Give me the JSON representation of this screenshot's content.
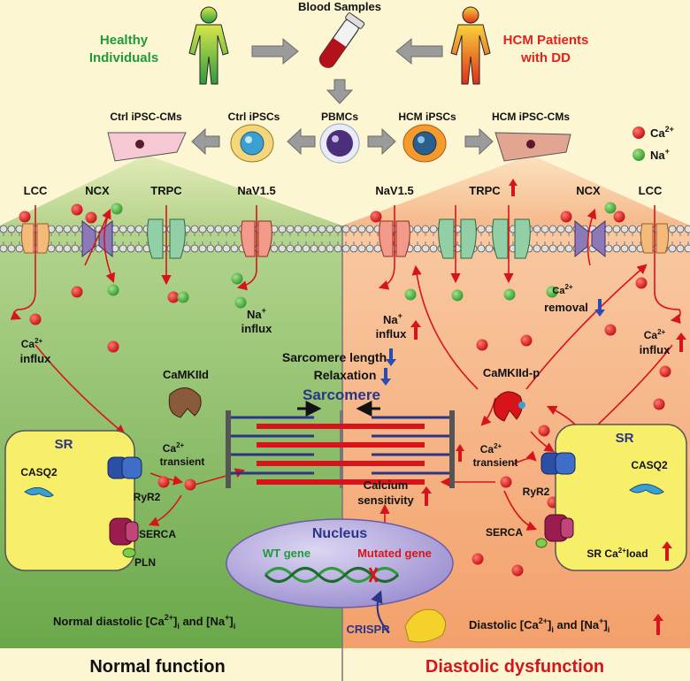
{
  "header": {
    "blood_samples": "Blood Samples",
    "healthy_line1": "Healthy",
    "healthy_line2": "Individuals",
    "hcm_line1": "HCM Patients",
    "hcm_line2": "with DD"
  },
  "cells": {
    "ctrl_cms": "Ctrl iPSC-CMs",
    "ctrl_ipscs": "Ctrl iPSCs",
    "pbmcs": "PBMCs",
    "hcm_ipscs": "HCM iPSCs",
    "hcm_cms": "HCM iPSC-CMs"
  },
  "legend": {
    "ca": "Ca",
    "ca_sup": "2+",
    "na": "Na",
    "na_sup": "+"
  },
  "left": {
    "lcc": "LCC",
    "ncx": "NCX",
    "trpc": "TRPC",
    "nav": "NaV1.5",
    "na_influx_1": "Na",
    "na_influx_sup": "+",
    "na_influx_2": "influx",
    "ca_influx_1": "Ca",
    "ca_influx_sup": "2+",
    "ca_influx_2": "influx",
    "camk": "CaMKIId",
    "sr": "SR",
    "casq2": "CASQ2",
    "ryr2": "RyR2",
    "serca": "SERCA",
    "pln": "PLN",
    "ca_transient_1": "Ca",
    "ca_transient_sup": "2+",
    "ca_transient_2": "transient",
    "normal_text_a": "Normal diastolic [Ca",
    "normal_text_sup": "2+",
    "normal_text_b": "]",
    "normal_text_sub": "i",
    "normal_text_c": " and [Na",
    "normal_text_sup2": "+",
    "normal_text_d": "]",
    "normal_text_sub2": "i",
    "footer": "Normal function"
  },
  "center": {
    "sarcomere_length": "Sarcomere length",
    "relaxation": "Relaxation",
    "sarcomere": "Sarcomere",
    "calcium_1": "Calcium",
    "calcium_2": "sensitivity",
    "nucleus": "Nucleus",
    "wt_gene": "WT gene",
    "mutated_gene": "Mutated gene",
    "crispr": "CRISPR"
  },
  "right": {
    "nav": "NaV1.5",
    "trpc": "TRPC",
    "ncx": "NCX",
    "lcc": "LCC",
    "na_influx_1": "Na",
    "na_influx_sup": "+",
    "na_influx_2": "influx",
    "ca_removal_1": "Ca",
    "ca_removal_sup": "2+",
    "ca_removal_2": "removal",
    "ca_influx_1": "Ca",
    "ca_influx_sup": "2+",
    "ca_influx_2": "influx",
    "camk": "CaMKIId-p",
    "ca_transient_1": "Ca",
    "ca_transient_sup": "2+",
    "ca_transient_2": "transient",
    "sr": "SR",
    "casq2": "CASQ2",
    "ryr2": "RyR2",
    "serca": "SERCA",
    "sr_load_a": "SR Ca",
    "sr_load_sup": "2+",
    "sr_load_b": "load",
    "dd_text_a": "Diastolic [Ca",
    "dd_text_sup": "2+",
    "dd_text_b": "]",
    "dd_text_sub": "i",
    "dd_text_c": " and [Na",
    "dd_text_sup2": "+",
    "dd_text_d": "]",
    "dd_text_sub2": "i",
    "footer": "Diastolic dysfunction"
  },
  "colors": {
    "ca": "#d8141b",
    "na": "#4cae3c",
    "healthy": "#1f9a3a",
    "hcm": "#e0231b",
    "navy": "#2b3586",
    "up_arrow": "#d8141b",
    "down_arrow": "#2a4bb0"
  }
}
